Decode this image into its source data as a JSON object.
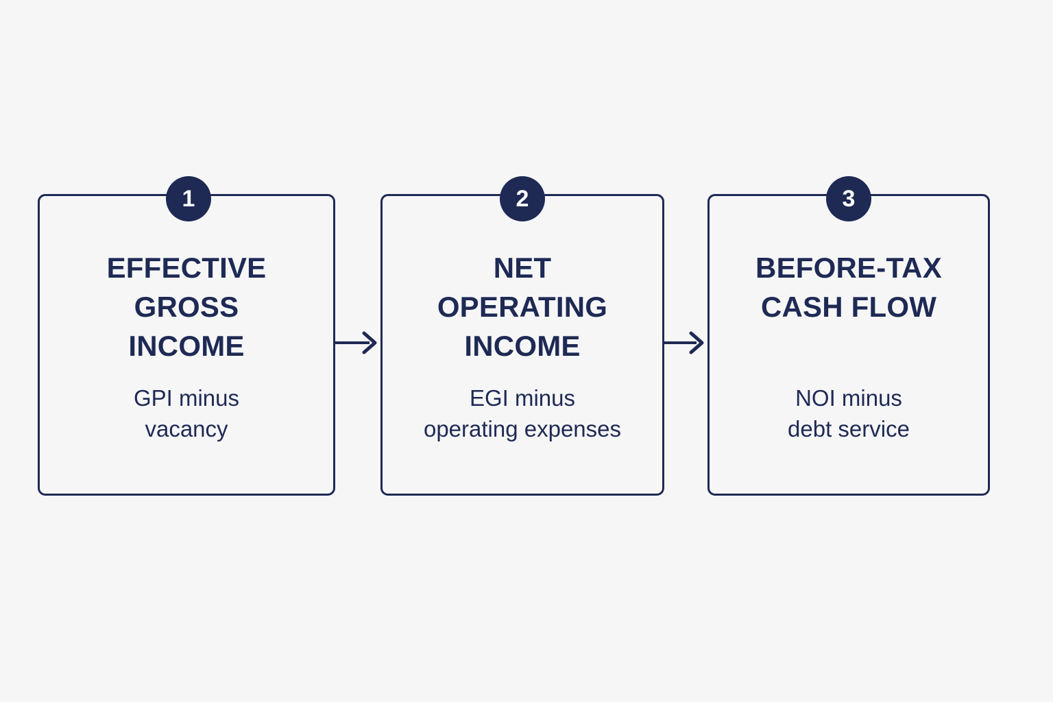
{
  "diagram": {
    "type": "horizontal-process-flow",
    "background_color": "#f6f6f7",
    "accent_color": "#1e2a54",
    "step_count": 3,
    "steps": [
      {
        "number": "1",
        "title": "EFFECTIVE\nGROSS\nINCOME",
        "subtitle": "GPI minus\nvacancy"
      },
      {
        "number": "2",
        "title": "NET\nOPERATING\nINCOME",
        "subtitle": "EGI minus\noperating expenses"
      },
      {
        "number": "3",
        "title": "BEFORE-TAX\nCASH FLOW",
        "subtitle": "NOI minus\ndebt service"
      }
    ],
    "connectors": [
      {
        "icon": "arrow-right-icon",
        "from": "1",
        "to": "2"
      },
      {
        "icon": "arrow-right-icon",
        "from": "2",
        "to": "3"
      }
    ]
  }
}
